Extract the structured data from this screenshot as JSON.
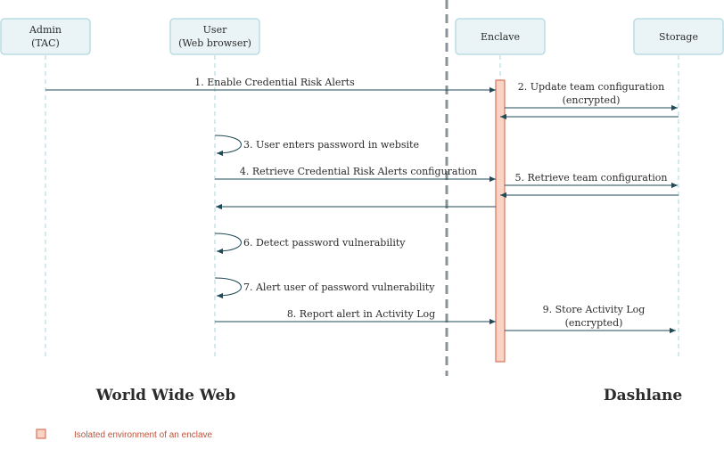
{
  "actors": {
    "admin": {
      "line1": "Admin",
      "line2": "(TAC)"
    },
    "user": {
      "line1": "User",
      "line2": "(Web browser)"
    },
    "enclave": {
      "line1": "Enclave"
    },
    "storage": {
      "line1": "Storage"
    }
  },
  "messages": {
    "m1": "1. Enable Credential Risk Alerts",
    "m2_line1": "2. Update team configuration",
    "m2_line2": "(encrypted)",
    "m3": "3. User enters password in website",
    "m4": "4. Retrieve Credential Risk Alerts configuration",
    "m5": "5. Retrieve team configuration",
    "m6": "6. Detect password vulnerability",
    "m7": "7. Alert user of password vulnerability",
    "m8": "8. Report alert in Activity Log",
    "m9_line1": "9. Store Activity Log",
    "m9_line2": "(encrypted)"
  },
  "regions": {
    "left": "World Wide Web",
    "right": "Dashlane"
  },
  "legend": {
    "enclave": "Isolated environment of an enclave"
  },
  "colors": {
    "lifeline": "#b9dde3",
    "arrow": "#1f4a57",
    "enclave_fill": "#fad3c4",
    "enclave_stroke": "#d9745a",
    "legend_text": "#c0513a"
  }
}
